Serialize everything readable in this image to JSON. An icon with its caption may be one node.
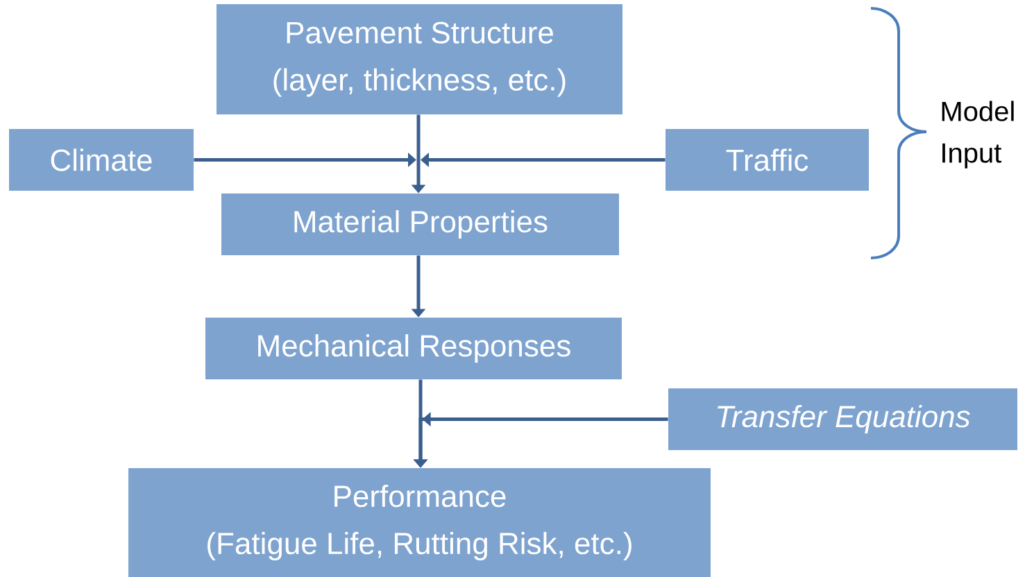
{
  "diagram": {
    "nodes": [
      {
        "text": [
          "Pavement Structure",
          "(layer, thickness, etc.)"
        ]
      },
      {
        "text": [
          "Climate"
        ]
      },
      {
        "text": [
          "Material Properties"
        ]
      },
      {
        "text": [
          "Traffic"
        ]
      },
      {
        "text": [
          "Mechanical Responses"
        ]
      },
      {
        "text": [
          "Transfer Equations"
        ]
      },
      {
        "text": [
          "Performance",
          "(Fatigue Life, Rutting Risk, etc.)"
        ]
      }
    ],
    "edges": [
      {
        "from": 0,
        "to": 2,
        "arrow": "to"
      },
      {
        "from": 1,
        "to": 2,
        "arrow": "to"
      },
      {
        "from": 3,
        "to": 2,
        "arrow": "to"
      },
      {
        "from": 2,
        "to": 4,
        "arrow": "to"
      },
      {
        "from": 4,
        "to": 6,
        "arrow": "to"
      },
      {
        "from": 5,
        "to": 6,
        "arrow": "to"
      }
    ],
    "labels": [
      "Model Input"
    ]
  }
}
